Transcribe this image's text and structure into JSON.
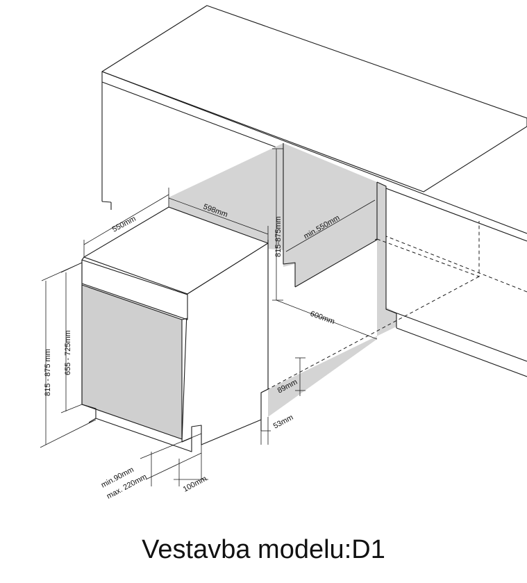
{
  "caption": "Vestavba modelu:D1",
  "dimensions": {
    "depth": "550mm",
    "width": "598mm",
    "niche_height": "815-875mm",
    "niche_depth": "min.550mm",
    "niche_width": "600mm",
    "plinth_height": "89mm",
    "plinth_offset": "53mm",
    "total_height": "815 - 875 mm",
    "door_height": "655 - 725mm",
    "foot_min": "min.90mm",
    "foot_max": "max. 220mm",
    "foot_depth": "100mm"
  }
}
